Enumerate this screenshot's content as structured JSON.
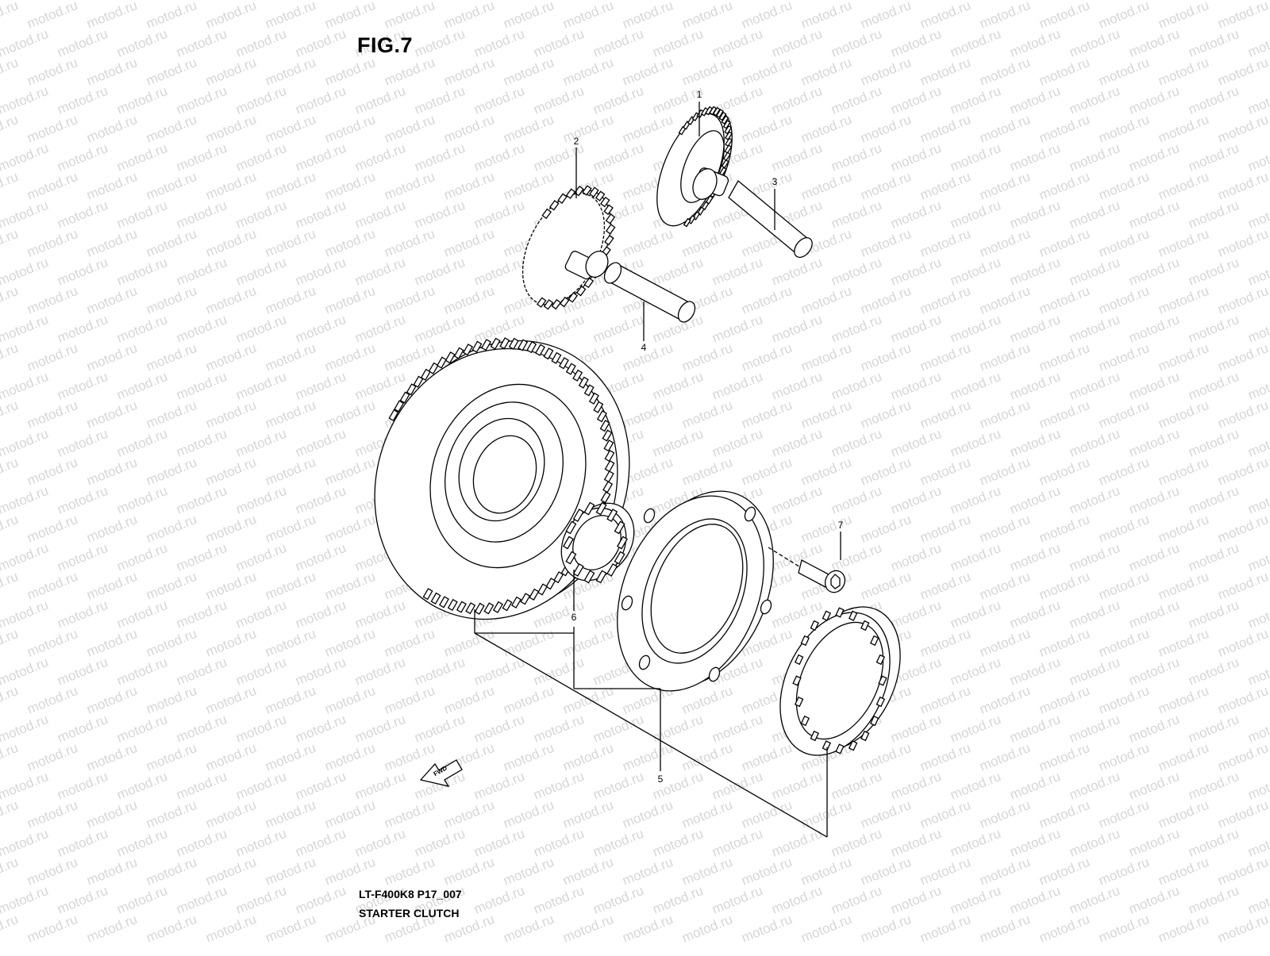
{
  "figure": {
    "title": "FIG.7",
    "code": "LT-F400K8 P17_007",
    "name": "STARTER CLUTCH"
  },
  "watermark": {
    "text": "motod.ru",
    "color": "#d6d6d6"
  },
  "callouts": [
    {
      "id": "1",
      "part": "starter-idle-gear-no1"
    },
    {
      "id": "2",
      "part": "starter-idle-gear-no2"
    },
    {
      "id": "3",
      "part": "idle-gear-shaft-1"
    },
    {
      "id": "4",
      "part": "idle-gear-shaft-2"
    },
    {
      "id": "5",
      "part": "starter-clutch-assembly"
    },
    {
      "id": "6",
      "part": "needle-bearing"
    },
    {
      "id": "7",
      "part": "clutch-bolt"
    }
  ],
  "fwd_arrow": {
    "label": "FWD"
  },
  "colors": {
    "line": "#000000",
    "background": "#ffffff"
  }
}
